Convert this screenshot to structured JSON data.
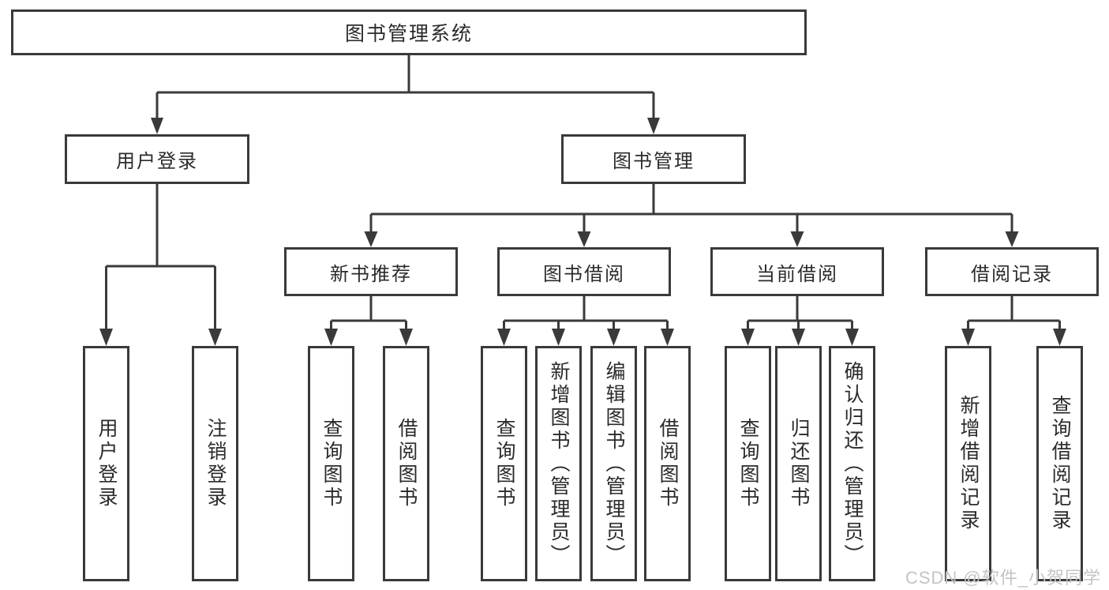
{
  "diagram": {
    "root": {
      "label": "图书管理系统"
    },
    "branches": [
      {
        "label": "用户登录",
        "children": [
          {
            "label": "用户登录"
          },
          {
            "label": "注销登录"
          }
        ]
      },
      {
        "label": "图书管理",
        "children": [
          {
            "label": "新书推荐",
            "children": [
              {
                "label": "查询图书"
              },
              {
                "label": "借阅图书"
              }
            ]
          },
          {
            "label": "图书借阅",
            "children": [
              {
                "label": "查询图书"
              },
              {
                "label": "新增图书（管理员）"
              },
              {
                "label": "编辑图书（管理员）"
              },
              {
                "label": "借阅图书"
              }
            ]
          },
          {
            "label": "当前借阅",
            "children": [
              {
                "label": "查询图书"
              },
              {
                "label": "归还图书"
              },
              {
                "label": "确认归还（管理员）"
              }
            ]
          },
          {
            "label": "借阅记录",
            "children": [
              {
                "label": "新增借阅记录"
              },
              {
                "label": "查询借阅记录"
              }
            ]
          }
        ]
      }
    ]
  },
  "watermark": {
    "text": "CSDN @软件_小贺同学",
    "color": "#c4c4c7"
  },
  "colors": {
    "line": "#3a3a3a",
    "border": "#3a3a3a",
    "text": "#2b2b2b",
    "background": "#ffffff",
    "watermark": "#c4c4c7"
  }
}
